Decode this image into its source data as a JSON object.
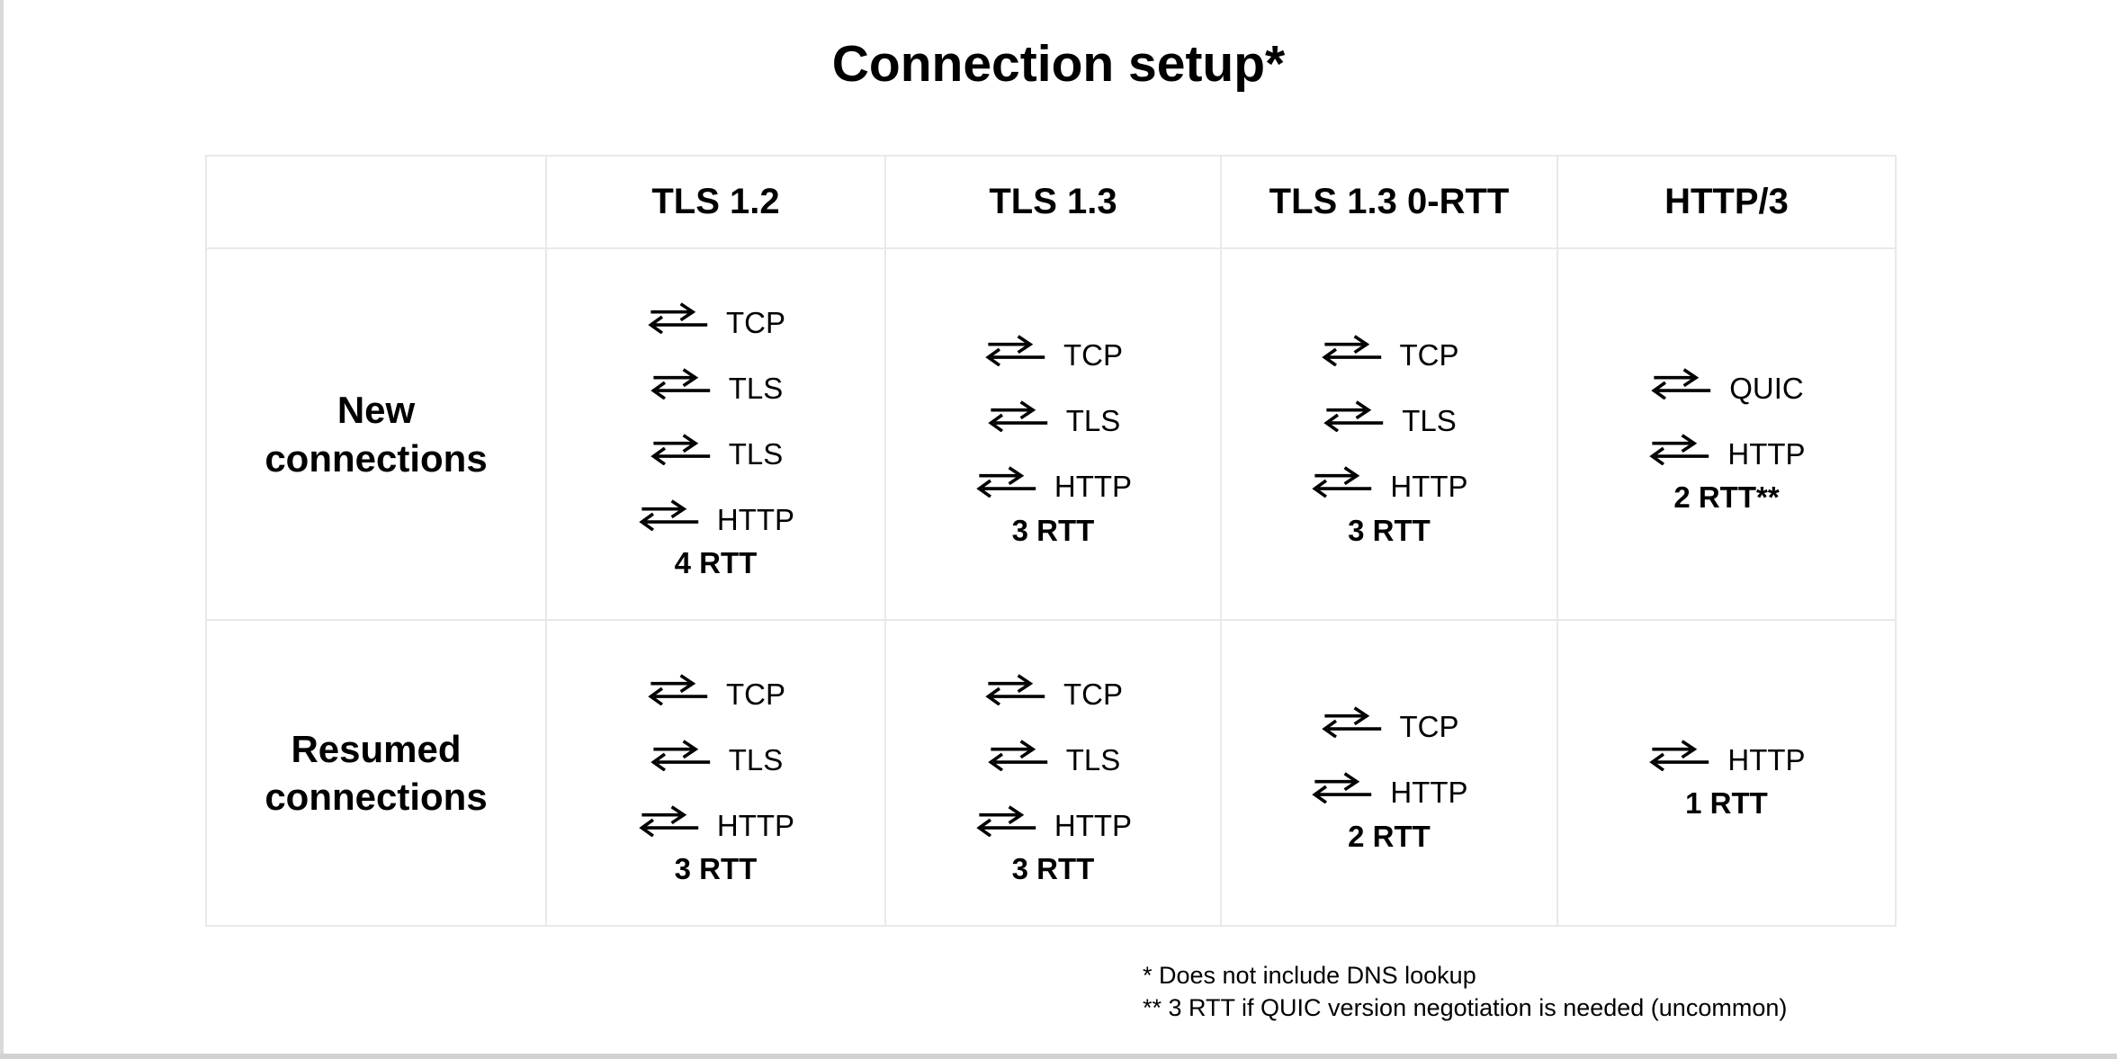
{
  "title": "Connection setup*",
  "table": {
    "corner": "",
    "columns": [
      "TLS 1.2",
      "TLS 1.3",
      "TLS 1.3 0-RTT",
      "HTTP/3"
    ],
    "rows": [
      {
        "label": "New connections",
        "cells": [
          {
            "protocols": [
              "TCP",
              "TLS",
              "TLS",
              "HTTP"
            ],
            "rtt": "4 RTT"
          },
          {
            "protocols": [
              "TCP",
              "TLS",
              "HTTP"
            ],
            "rtt": "3 RTT"
          },
          {
            "protocols": [
              "TCP",
              "TLS",
              "HTTP"
            ],
            "rtt": "3 RTT"
          },
          {
            "protocols": [
              "QUIC",
              "HTTP"
            ],
            "rtt": "2 RTT**"
          }
        ]
      },
      {
        "label": "Resumed connections",
        "cells": [
          {
            "protocols": [
              "TCP",
              "TLS",
              "HTTP"
            ],
            "rtt": "3 RTT"
          },
          {
            "protocols": [
              "TCP",
              "TLS",
              "HTTP"
            ],
            "rtt": "3 RTT"
          },
          {
            "protocols": [
              "TCP",
              "HTTP"
            ],
            "rtt": "2 RTT"
          },
          {
            "protocols": [
              "HTTP"
            ],
            "rtt": "1 RTT"
          }
        ]
      }
    ]
  },
  "footnotes": [
    "* Does not include DNS lookup",
    "** 3 RTT if QUIC version negotiation is needed (uncommon)"
  ],
  "icon": {
    "name": "roundtrip-arrows-icon",
    "glyph": "⇄",
    "color": "#000000"
  },
  "colors": {
    "text": "#000000",
    "table_border": "#e9e9e9",
    "background": "#ffffff"
  }
}
